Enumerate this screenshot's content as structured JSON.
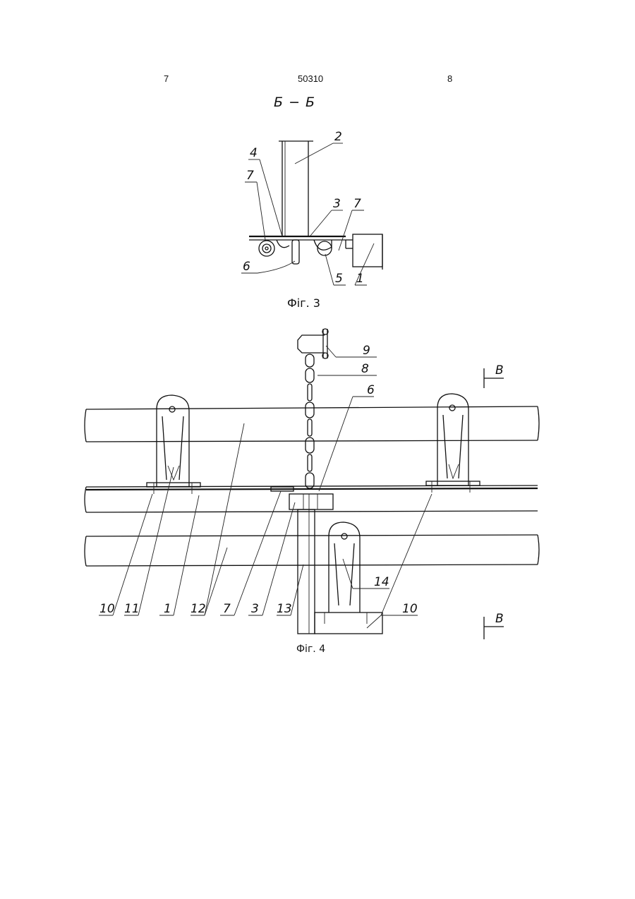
{
  "header": {
    "page_left": "7",
    "patent_number": "50310",
    "page_right": "8"
  },
  "section_label": "Б − Б",
  "fig3": {
    "caption": "Фіг. 3",
    "labels": [
      "2",
      "4",
      "7",
      "3",
      "7",
      "6",
      "5",
      "1"
    ]
  },
  "fig4": {
    "caption": "Фіг. 4",
    "labels": [
      "9",
      "8",
      "6",
      "10",
      "11",
      "1",
      "12",
      "7",
      "3",
      "13",
      "14",
      "10"
    ],
    "section_marks": [
      "В",
      "В"
    ]
  }
}
